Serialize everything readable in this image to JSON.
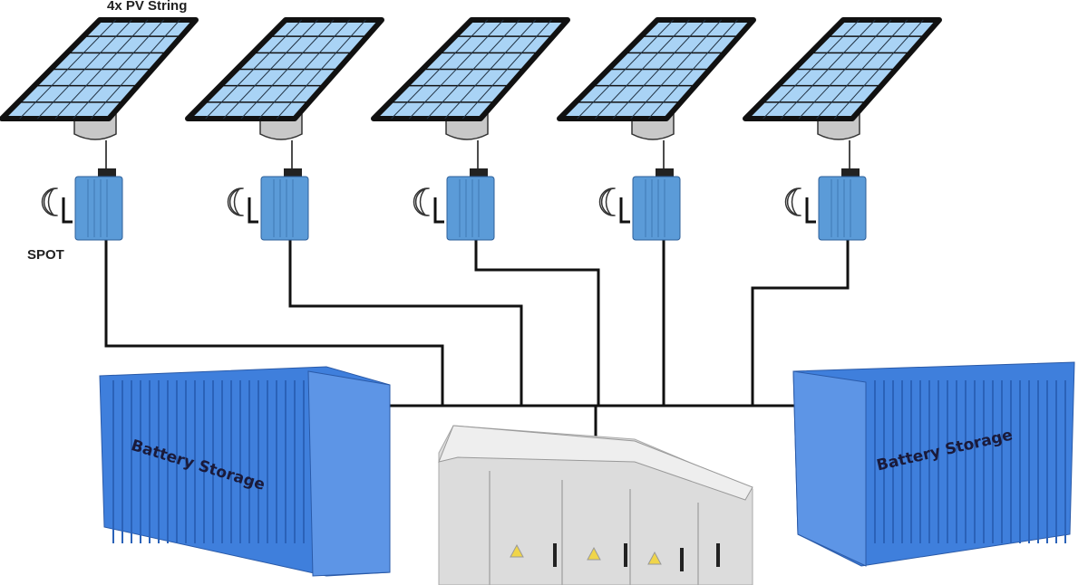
{
  "labels": {
    "pv_string": "4x PV String",
    "spot": "SPOT",
    "battery_left": "Battery Storage",
    "battery_right": "Battery Storage"
  },
  "pv_units": 5,
  "colors": {
    "panel_cell": "#a9d3f5",
    "panel_frame": "#111111",
    "spot_device": "#5b9bd8",
    "container": "#3f7fdc",
    "wire": "#111111",
    "inverter": "#dcdcdc"
  }
}
